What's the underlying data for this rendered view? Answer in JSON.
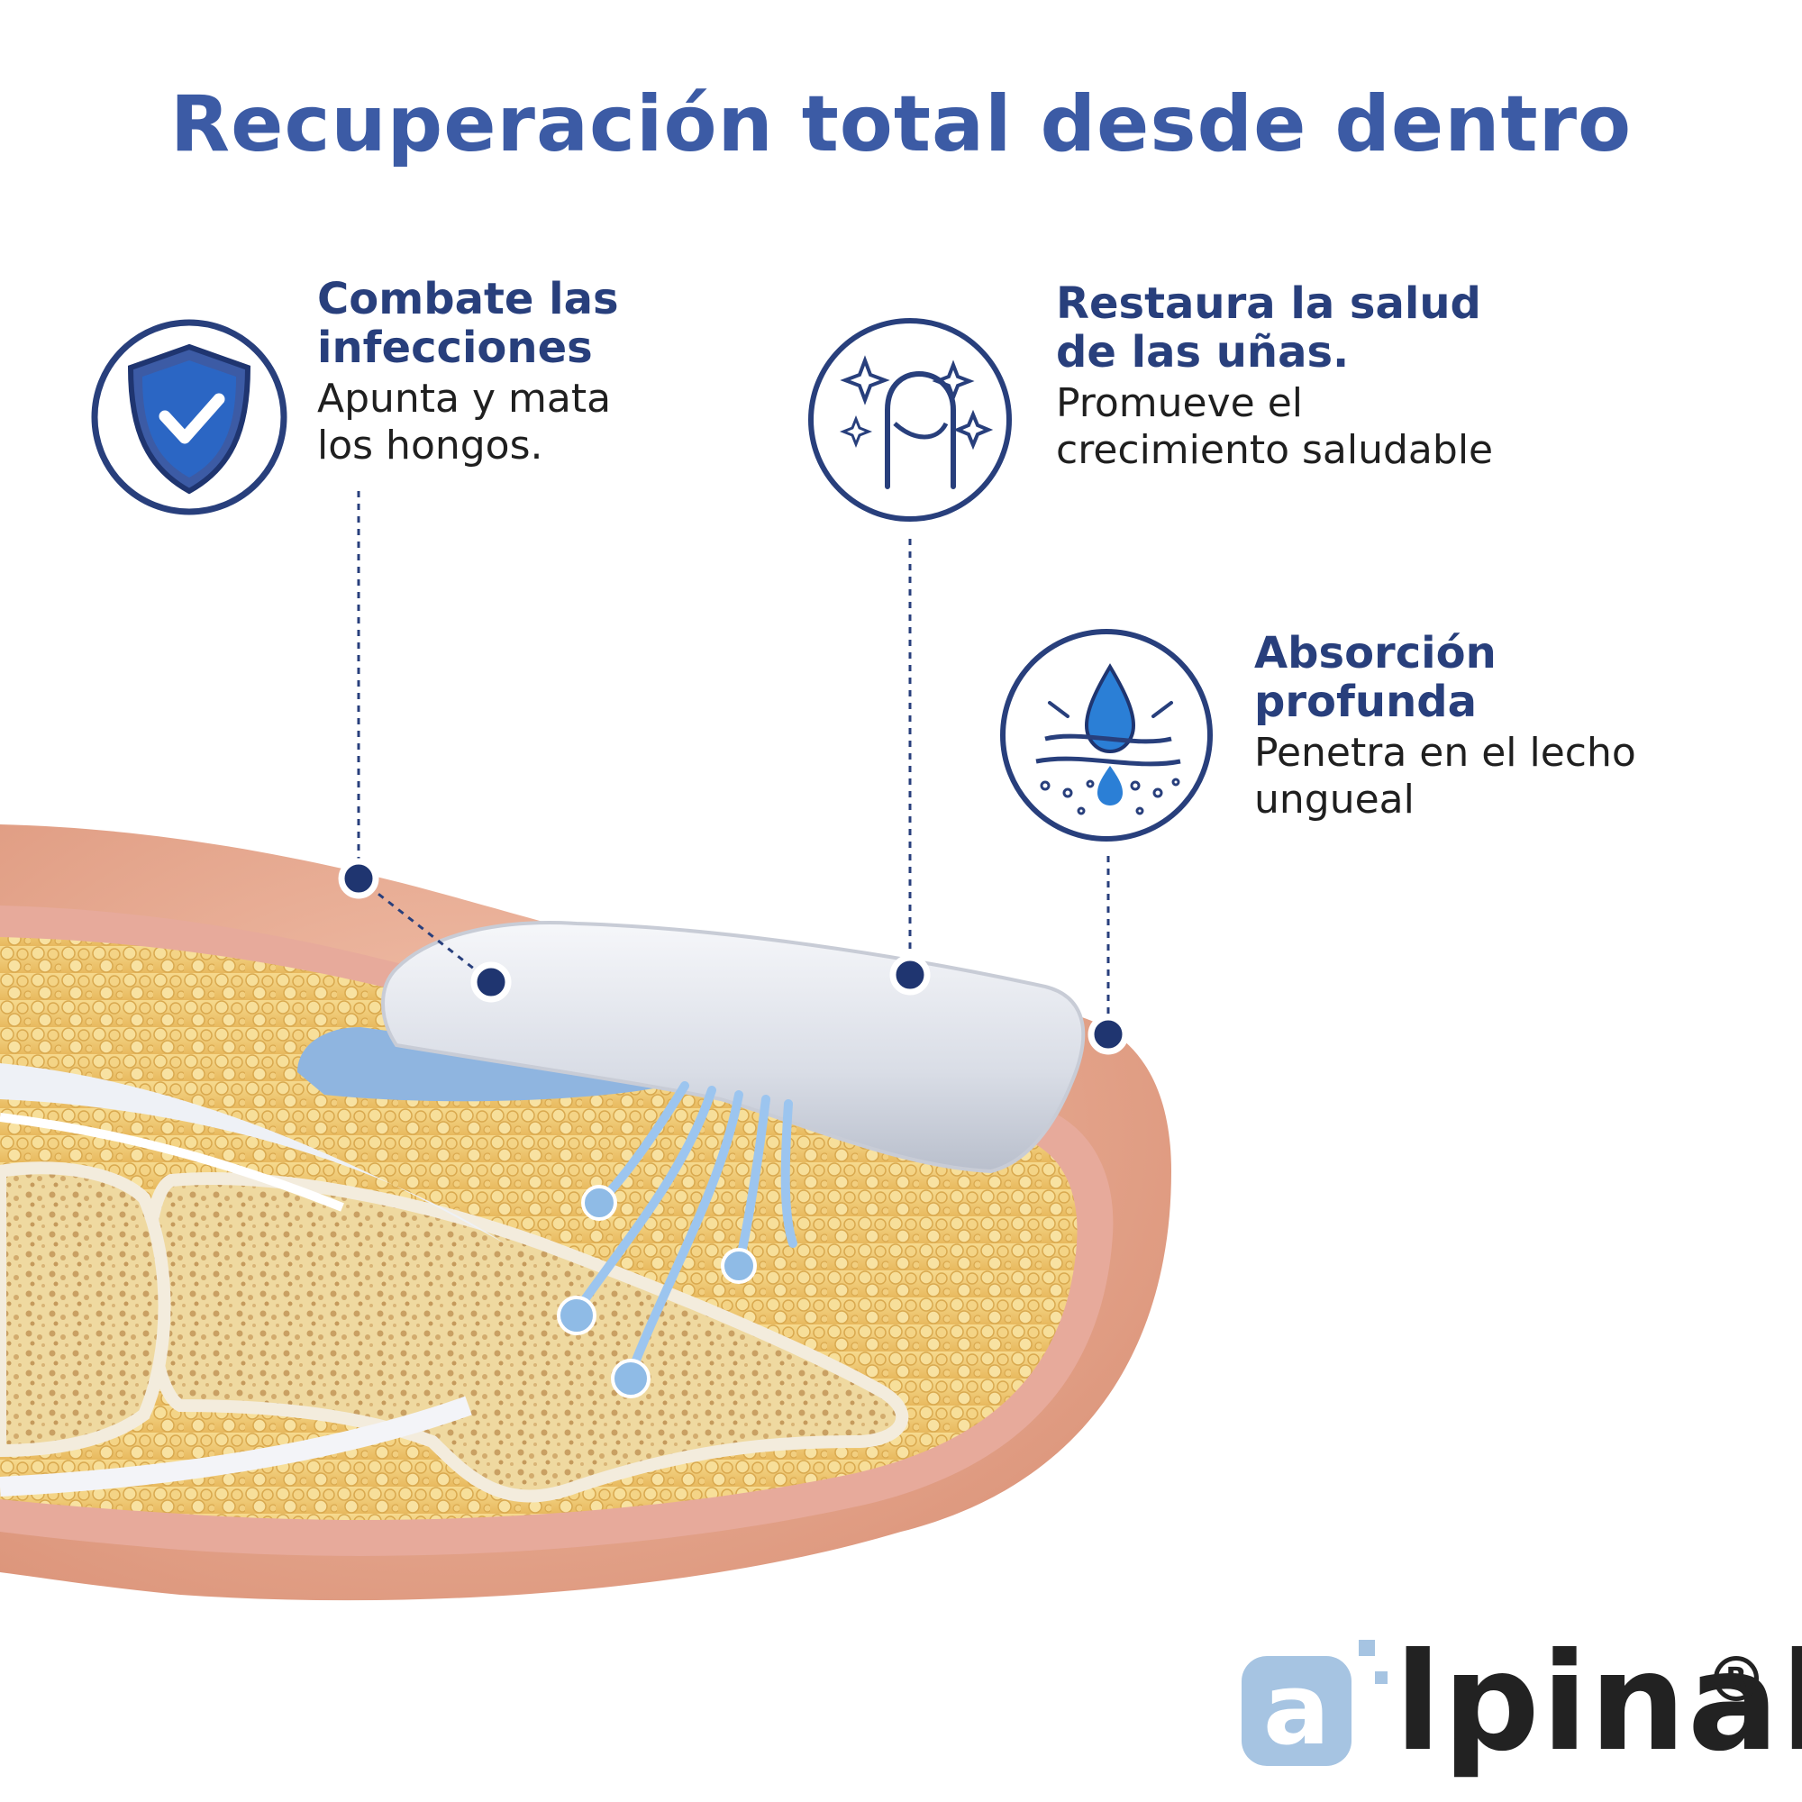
{
  "headline": "Recuperación total desde dentro",
  "features": [
    {
      "icon": "shield-check-icon",
      "title_lines": [
        "Combate las",
        "infecciones"
      ],
      "desc_lines": [
        "Apunta y mata",
        "los hongos."
      ]
    },
    {
      "icon": "nail-sparkle-icon",
      "title_lines": [
        "Restaura la salud",
        "de las uñas."
      ],
      "desc_lines": [
        "Promueve el",
        "crecimiento saludable"
      ]
    },
    {
      "icon": "water-drop-absorption-icon",
      "title_lines": [
        "Absorción",
        "profunda"
      ],
      "desc_lines": [
        "Penetra en el lecho",
        "ungueal"
      ]
    }
  ],
  "brand": {
    "wordmark": "lpinah",
    "registered": "R",
    "logo_letter": "a"
  },
  "colors": {
    "headline": "#3c5ba5",
    "title": "#283f7c",
    "icon_ring": "#283f7c",
    "skin": "#e8a98e",
    "fat": "#f0cf7c",
    "nail": "#eceef3",
    "serum": "#8fbbe6"
  }
}
